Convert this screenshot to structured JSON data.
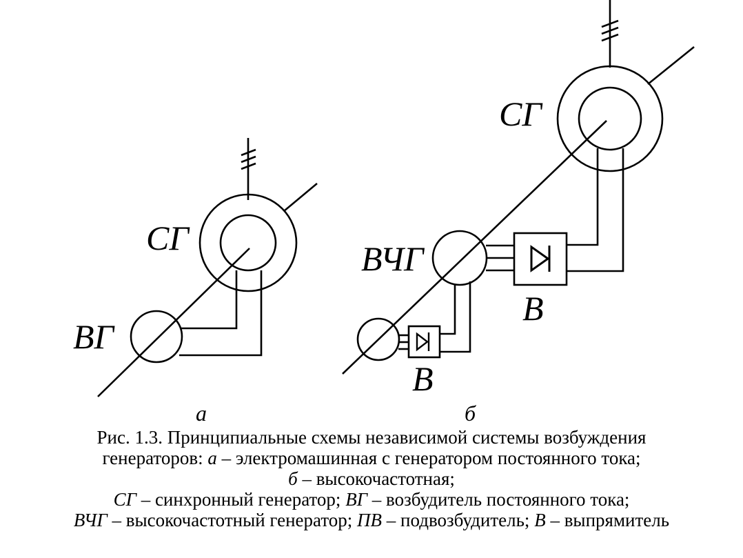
{
  "diagram_a": {
    "sg_label": "СГ",
    "vg_label": "ВГ",
    "sublabel": "а"
  },
  "diagram_b": {
    "sg_label": "СГ",
    "vchg_label": "ВЧГ",
    "rectifier_main_label": "В",
    "rectifier_small_label": "В",
    "sublabel": "б"
  },
  "caption": {
    "line1": "Рис. 1.3. Принципиальные схемы независимой системы возбуждения",
    "line2_pre": "генераторов: ",
    "line2_a": "а",
    "line2_post": " – электромашинная с генератором постоянного тока;",
    "line3_b": "б",
    "line3_post": " –  высокочастотная;",
    "line4_sg": "СГ",
    "line4_mid": " – синхронный генератор; ",
    "line4_vg": "ВГ",
    "line4_post": " – возбудитель постоянного тока;",
    "line5_vchg": "ВЧГ",
    "line5_mid1": " – высокочастотный генератор; ",
    "line5_pv": "ПВ",
    "line5_mid2": " – подвозбудитель; ",
    "line5_v": "В",
    "line5_post": " – выпрямитель"
  }
}
